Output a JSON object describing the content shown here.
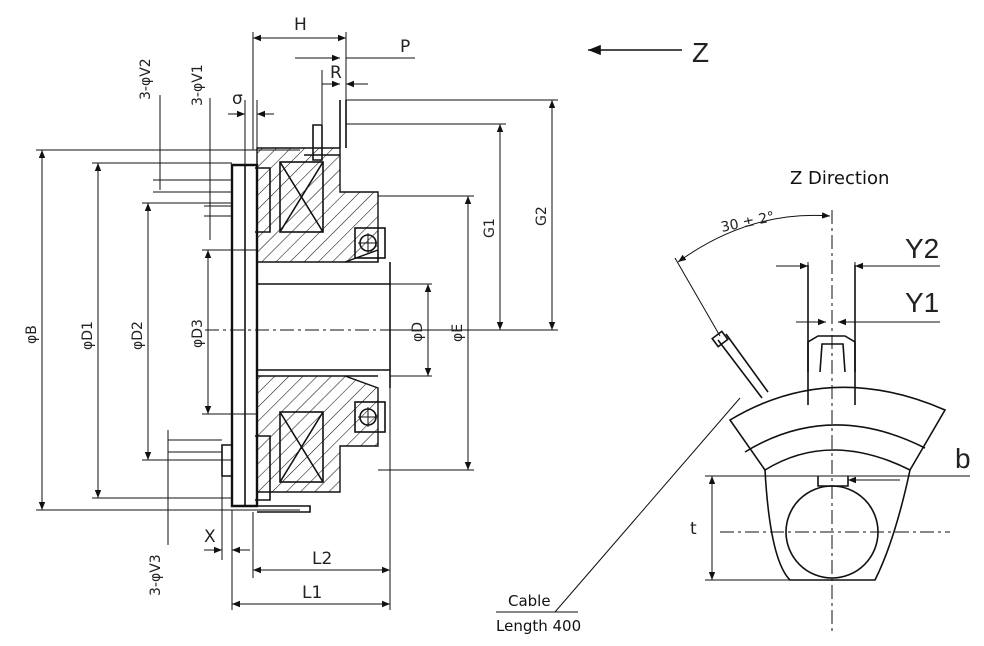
{
  "dimensions": {
    "H": "H",
    "P": "P",
    "R": "R",
    "sigma": "σ",
    "V2": "3-φV2",
    "V1": "3-φV1",
    "V3": "3-φV3",
    "B": "φB",
    "D1": "φD1",
    "D2": "φD2",
    "D3": "φD3",
    "D": "φD",
    "E": "φE",
    "G1": "G1",
    "G2": "G2",
    "X": "X",
    "L1": "L1",
    "L2": "L2",
    "Y1": "Y1",
    "Y2": "Y2",
    "b": "b",
    "t": "t",
    "angle": "30 ± 2°"
  },
  "view": {
    "arrow_label": "Z",
    "title": "Z Direction"
  },
  "note": {
    "line1": "Cable",
    "line2": "Length 400"
  }
}
